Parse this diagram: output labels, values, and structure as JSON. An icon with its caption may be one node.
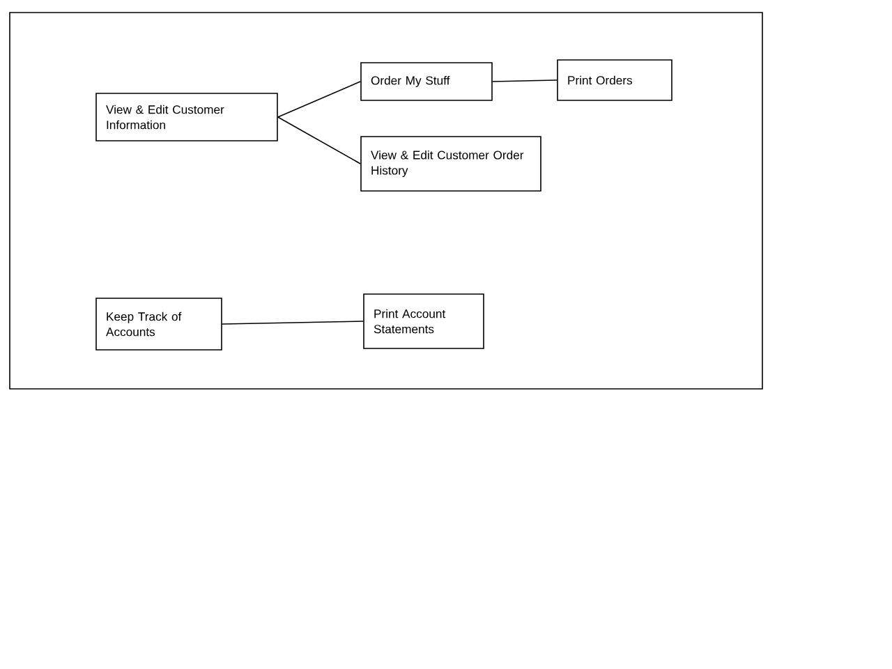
{
  "diagram": {
    "nodes": [
      {
        "text": [
          "View & Edit Customer Information"
        ]
      },
      {
        "text": [
          "Order My Stuff"
        ]
      },
      {
        "text": [
          "Print Orders"
        ]
      },
      {
        "text": [
          "View & Edit Customer Order History"
        ]
      },
      {
        "text": [
          "Keep Track of Accounts"
        ]
      },
      {
        "text": [
          "Print Account Statements"
        ]
      }
    ],
    "edges": [
      {
        "from": 0,
        "to": 1,
        "arrow": "none"
      },
      {
        "from": 0,
        "to": 3,
        "arrow": "none"
      },
      {
        "from": 1,
        "to": 2,
        "arrow": "none"
      },
      {
        "from": 4,
        "to": 5,
        "arrow": "none"
      }
    ]
  }
}
